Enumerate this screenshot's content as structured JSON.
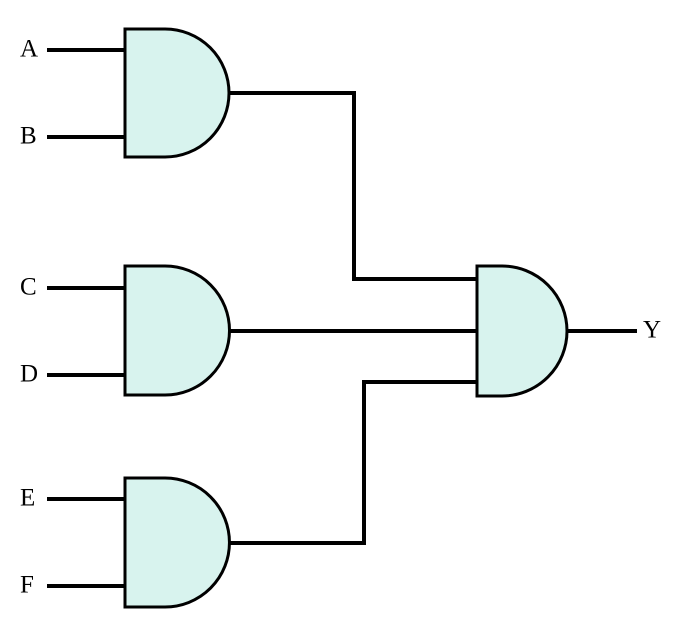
{
  "diagram": {
    "gate_fill": "#d8f3ee",
    "stroke_color": "#000000",
    "inputs": {
      "a": "A",
      "b": "B",
      "c": "C",
      "d": "D",
      "e": "E",
      "f": "F"
    },
    "output": "Y",
    "gates": [
      {
        "type": "AND",
        "inputs": [
          "A",
          "B"
        ]
      },
      {
        "type": "AND",
        "inputs": [
          "C",
          "D"
        ]
      },
      {
        "type": "AND",
        "inputs": [
          "E",
          "F"
        ]
      },
      {
        "type": "AND",
        "inputs": [
          "gate-1",
          "gate-2",
          "gate-3"
        ],
        "output": "Y"
      }
    ]
  }
}
